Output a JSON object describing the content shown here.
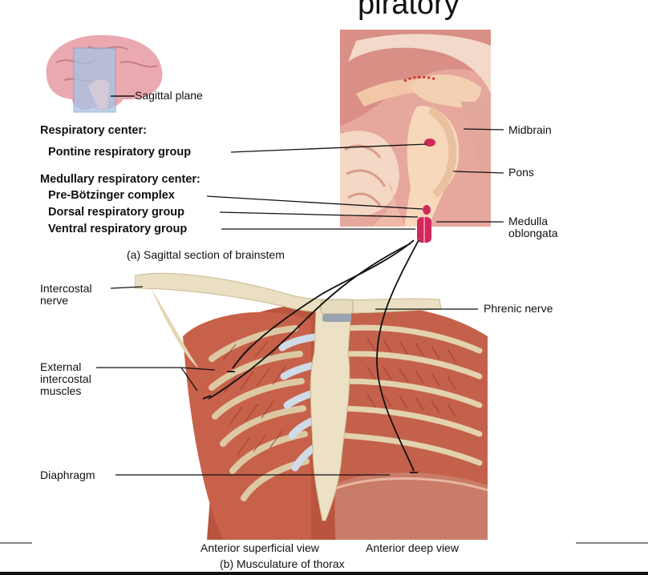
{
  "header": {
    "title_fragment": "piratory"
  },
  "panel_a": {
    "sagittal_plane": "Sagittal plane",
    "respiratory_center": "Respiratory center:",
    "pontine": "Pontine respiratory group",
    "medullary_center": "Medullary respiratory center:",
    "pre_botzinger": "Pre-Bötzinger complex",
    "dorsal": "Dorsal respiratory group",
    "ventral": "Ventral respiratory group",
    "midbrain": "Midbrain",
    "pons": "Pons",
    "medulla": "Medulla\noblongata",
    "caption": "(a) Sagittal section of brainstem"
  },
  "panel_b": {
    "intercostal_nerve": "Intercostal\nnerve",
    "phrenic_nerve": "Phrenic nerve",
    "external_intercostal": "External\nintercostal\nmuscles",
    "diaphragm": "Diaphragm",
    "view_superficial": "Anterior superficial view",
    "view_deep": "Anterior deep view",
    "caption": "(b) Musculature of thorax"
  },
  "colors": {
    "muscle": "#c8614a",
    "muscle_dark": "#9a3f2e",
    "bone": "#eadfc2",
    "brain": "#e8b1a6",
    "brain_dark": "#c98e84",
    "nucleus": "#d1285c",
    "cartilage": "#cfdbe6"
  }
}
